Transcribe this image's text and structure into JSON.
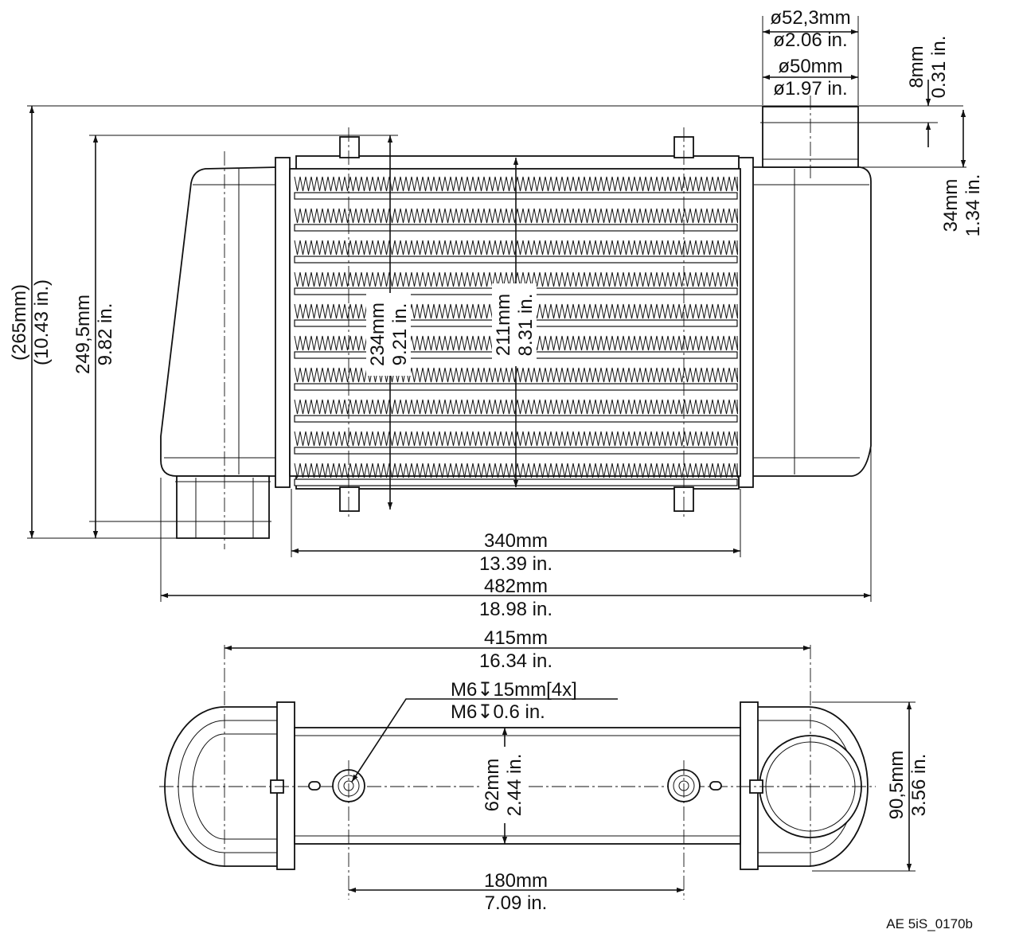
{
  "drawing_code": "AE 5iS_0170b",
  "top_view": {
    "overall_height": {
      "mm": "(265mm)",
      "in": "(10.43 in.)"
    },
    "mount_height": {
      "mm": "249,5mm",
      "in": "9.82 in."
    },
    "stud_height": {
      "mm": "234mm",
      "in": "9.21 in."
    },
    "core_height": {
      "mm": "211mm",
      "in": "8.31 in."
    },
    "core_width": {
      "mm": "340mm",
      "in": "13.39 in."
    },
    "overall_width": {
      "mm": "482mm",
      "in": "18.98 in."
    },
    "outlet_outer_dia": {
      "mm": "ø52,3mm",
      "in": "ø2.06 in."
    },
    "outlet_inner_dia": {
      "mm": "ø50mm",
      "in": "ø1.97 in."
    },
    "bead_height": {
      "mm": "8mm",
      "in": "0.31 in."
    },
    "neck_height": {
      "mm": "34mm",
      "in": "1.34 in."
    }
  },
  "bottom_view": {
    "hose_spacing": {
      "mm": "415mm",
      "in": "16.34 in."
    },
    "thread_note": {
      "mm": "M6↧15mm[4x]",
      "in": "M6↧0.6 in."
    },
    "core_depth": {
      "mm": "62mm",
      "in": "2.44 in."
    },
    "tank_depth": {
      "mm": "90,5mm",
      "in": "3.56 in."
    },
    "stud_spacing": {
      "mm": "180mm",
      "in": "7.09 in."
    }
  }
}
